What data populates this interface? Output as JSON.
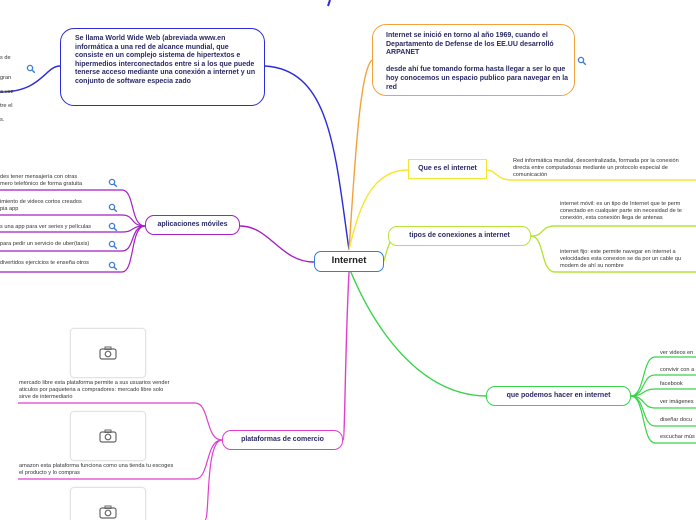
{
  "central": {
    "label": "Internet"
  },
  "top_left": {
    "text": "Se llama World Wide Web (abreviada www.en informática a una red de alcance mundial, que consiste en un complejo sistema de hipertextos e hipermedios interconectados entre si a los que puede tenerse acceso mediante una conexión a internet y un conjunto de software especia zado"
  },
  "top_left_partial": {
    "lines": [
      "s de",
      "gran",
      "a vez",
      "tre el",
      "s."
    ]
  },
  "top_right": {
    "text": "Internet se inició en torno al año 1969, cuando el Departamento de Defense de los EE.UU desarrolló ARPANET\n\ndesde ahí fue tomando forma hasta llegar a ser lo que hoy conocemos un espacio publico para navegar en la red"
  },
  "que_es": {
    "label": "Que es el internet",
    "leaf": "Red informática mundial, descentralizada, formada por la conexión directa entre computadoras mediante un protocolo especial de comunicación"
  },
  "tipos": {
    "label": "tipos de conexiones a internet",
    "leaves": [
      "internet móvil: es un tipo de Internet que te perm\nconectado en cualquier parte sin necesidad de te\nconexión, esta conexión llega de antenas",
      "internet fijo: este permite navegar en internet a \nvelocidades  esta conexion se da por un cable qu\nmodem de ahí su nombre"
    ]
  },
  "que_podemos": {
    "label": "que podemos hacer en internet",
    "leaves": [
      "ver videos en",
      "convivir con a",
      "facebook",
      "ver imágenes",
      "diseñar docu",
      "escuchar mús"
    ]
  },
  "apps": {
    "label": "aplicaciones móviles",
    "leaves": [
      "des tener mensajería con otras\nmero telefónico de forma gratuita",
      "imiento de videos cortos creados\npia app",
      "s una app para ver series y películas",
      "para pedir un servicio de uber(taxis)",
      "divertidos ejercicios te enseña otros"
    ]
  },
  "plataformas": {
    "label": "plataformas de comercio",
    "leaves": [
      "mercado libre esta plataforma permite a sus usuarios vender\naticulos por paqueteria a compradores: mercado libre solo\nsirve de intermediario",
      "amazon esta plataforma funciona como una tienda tu escoges\nel producto y lo compras"
    ]
  },
  "colors": {
    "central": "#3a7bd5",
    "top_left": "#2b2bd8",
    "top_right": "#f2a23a",
    "que_es": "#f5e62f",
    "tipos": "#b6e43a",
    "que_podemos": "#39d44a",
    "apps": "#a51fc4",
    "plataformas": "#e03fcd",
    "magnifier": "#3a7bd5"
  },
  "icons": {
    "search": "magnifier-icon",
    "photo": "camera-icon"
  }
}
